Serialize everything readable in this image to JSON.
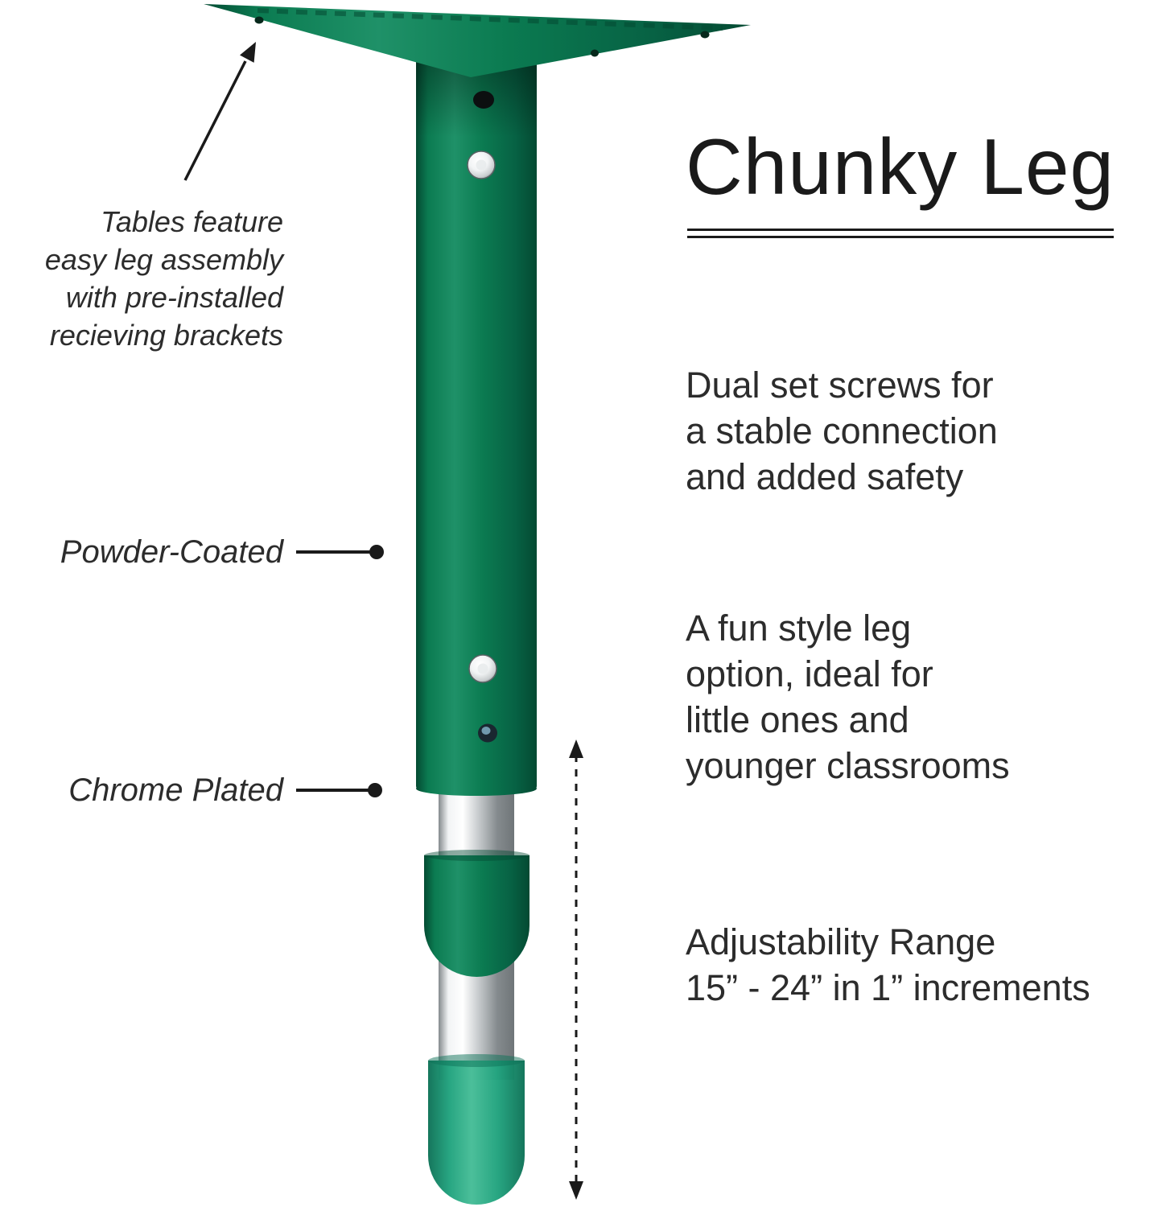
{
  "colors": {
    "green": "#0b7b51",
    "greenHi": "#1f9168",
    "greenDark": "#076244",
    "greenDeep": "#044a32",
    "chromeLight": "#f2f4f5",
    "chrome": "#c9cdcf",
    "chromeDark": "#848a8d",
    "chromeDeep": "#6f7578",
    "foot": "#21a37e",
    "footHi": "#46bd97",
    "footDeep": "#0e7257",
    "ink": "#1a1a1a",
    "text": "#2c2c2c"
  },
  "title": "Chunky Leg",
  "left_annotations": {
    "assembly_note": {
      "lines": [
        "Tables feature",
        "easy leg assembly",
        "with pre-installed",
        "recieving brackets"
      ]
    },
    "powder_label": "Powder-Coated",
    "chrome_label": "Chrome Plated"
  },
  "features": [
    {
      "lines": [
        "Dual set screws for",
        "a stable connection",
        "and added safety"
      ]
    },
    {
      "lines": [
        "A fun style leg",
        "option, ideal for",
        "little ones and",
        "younger classrooms"
      ]
    },
    {
      "lines": [
        "Adjustability Range",
        "15” - 24” in 1” increments"
      ]
    }
  ],
  "illustration": {
    "measure_arrow": "adjustability-range-extent",
    "leader_dots": "callout-markers"
  }
}
